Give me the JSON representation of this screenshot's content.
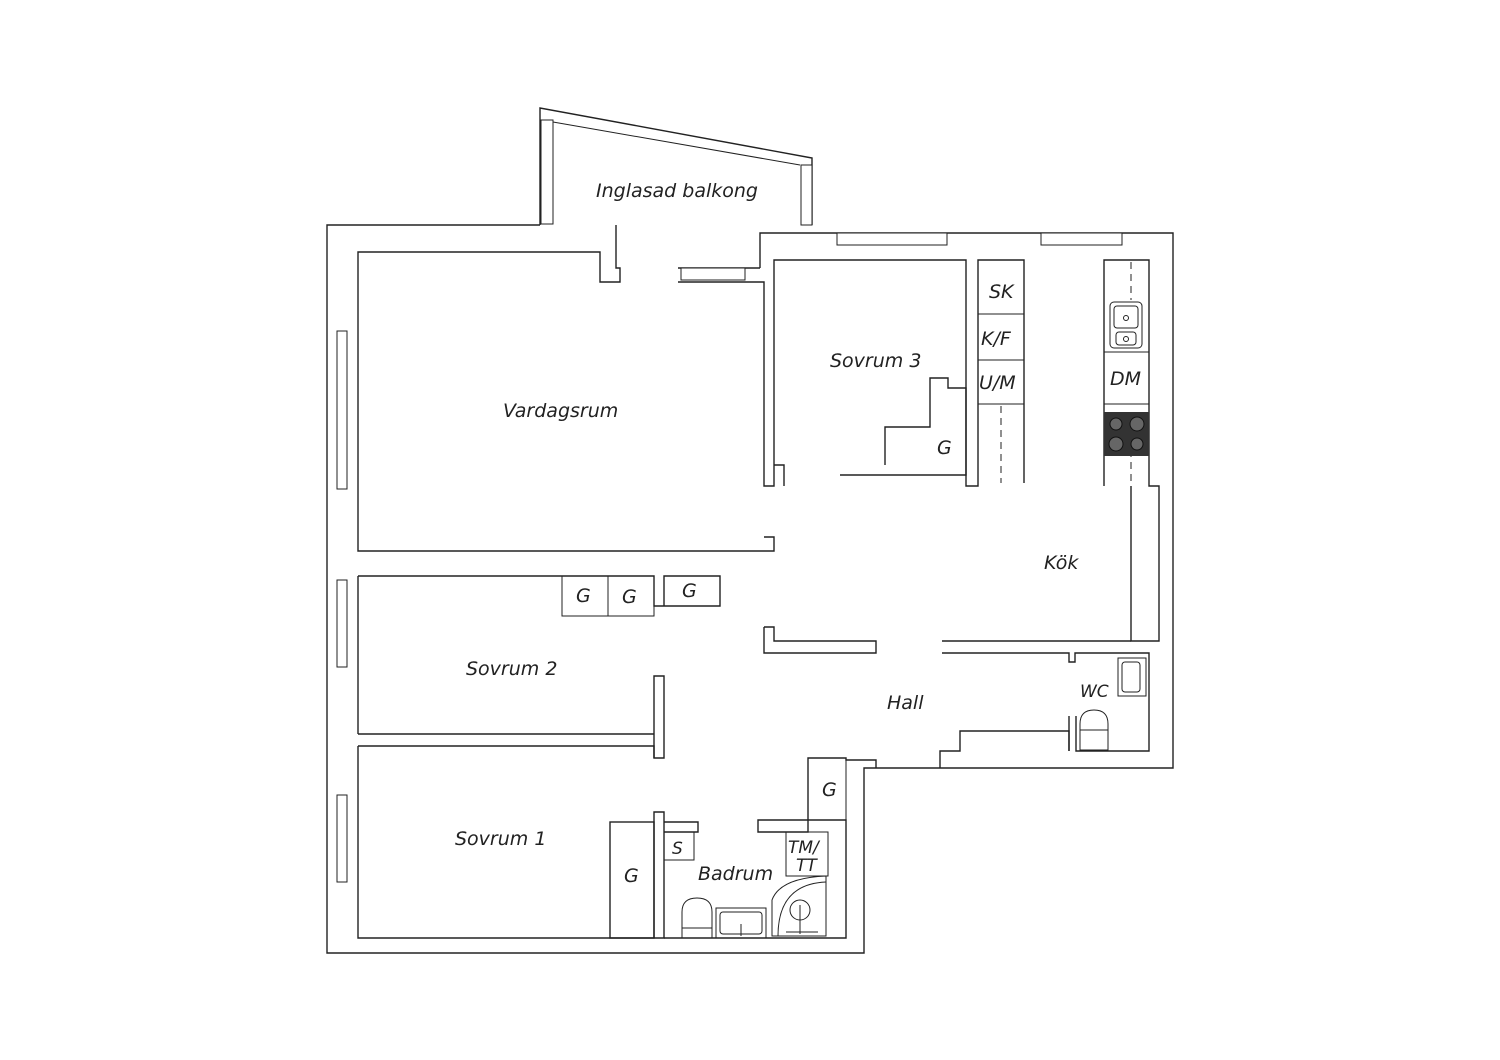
{
  "rooms": {
    "balcony": "Inglasad balkong",
    "living": "Vardagsrum",
    "bedroom3": "Sovrum 3",
    "bedroom2": "Sovrum 2",
    "bedroom1": "Sovrum 1",
    "kitchen": "Kök",
    "hall": "Hall",
    "wc": "WC",
    "bathroom": "Badrum"
  },
  "fixtures": {
    "wardrobe": "G",
    "sink_cabinet": "SK",
    "fridge_freezer": "K/F",
    "oven_micro": "U/M",
    "dishwasher": "DM",
    "shower_cabinet": "S",
    "washer_line1": "TM/",
    "washer_line2": "TT"
  }
}
